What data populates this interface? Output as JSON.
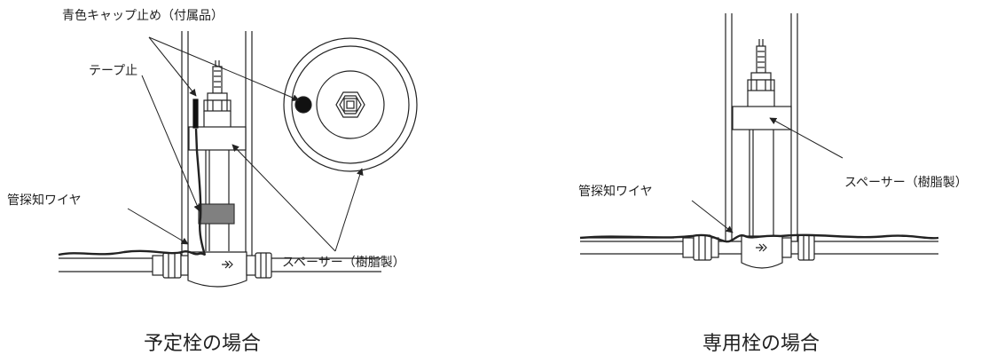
{
  "left": {
    "labels": {
      "blue_cap": "青色キャップ止め（付属品）",
      "tape": "テープ止",
      "wire": "管探知ワイヤ",
      "spacer": "スペーサー（樹脂製）"
    },
    "caption": "予定栓の場合"
  },
  "right": {
    "labels": {
      "wire": "管探知ワイヤ",
      "spacer": "スペーサー（樹脂製）"
    },
    "caption": "専用栓の場合"
  },
  "colors": {
    "line": "#222222",
    "tape": "#808080",
    "cap": "#111111"
  }
}
